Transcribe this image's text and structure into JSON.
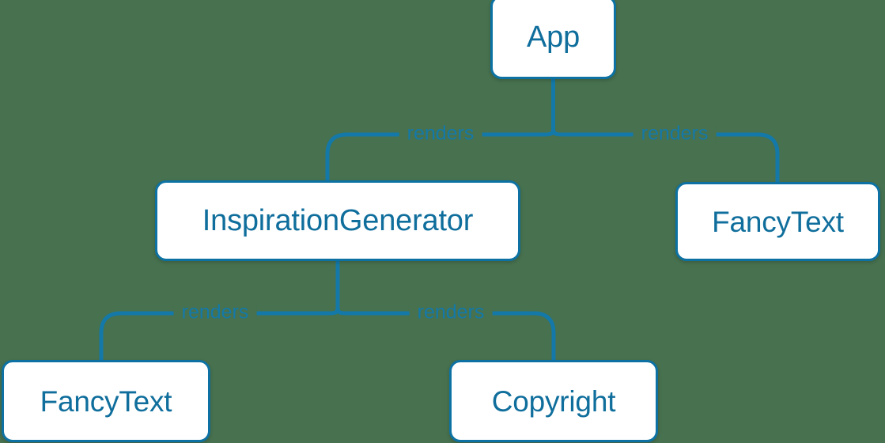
{
  "diagram": {
    "type": "component-tree",
    "background_color": "#47714f",
    "box_fill_color": "#ffffff",
    "box_border_color": "#0d72a3",
    "node_text_color": "#0f6e9c",
    "edge_color": "#1479a8",
    "edge_label_color": "#1479a8",
    "nodes": [
      {
        "id": "app",
        "label": "App"
      },
      {
        "id": "inspgen",
        "label": "InspirationGenerator"
      },
      {
        "id": "fancy_right",
        "label": "FancyText"
      },
      {
        "id": "fancy_left",
        "label": "FancyText"
      },
      {
        "id": "copyright",
        "label": "Copyright"
      }
    ],
    "edges": [
      {
        "from": "app",
        "to": "inspgen",
        "label": "renders"
      },
      {
        "from": "app",
        "to": "fancy_right",
        "label": "renders"
      },
      {
        "from": "inspgen",
        "to": "fancy_left",
        "label": "renders"
      },
      {
        "from": "inspgen",
        "to": "copyright",
        "label": "renders"
      }
    ]
  }
}
